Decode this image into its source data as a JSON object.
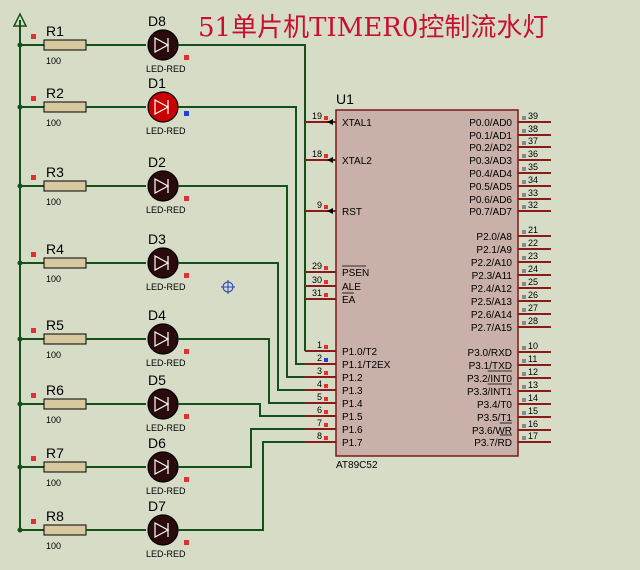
{
  "title": "51单片机TIMER0控制流水灯",
  "chip": {
    "ref": "U1",
    "part": "AT89C52",
    "left_pins": [
      {
        "num": "19",
        "name": "XTAL1",
        "over": ""
      },
      {
        "num": "18",
        "name": "XTAL2",
        "over": ""
      },
      {
        "num": "9",
        "name": "RST",
        "over": ""
      },
      {
        "num": "29",
        "name": "PSEN",
        "over": "PSEN"
      },
      {
        "num": "30",
        "name": "ALE",
        "over": ""
      },
      {
        "num": "31",
        "name": "EA",
        "over": "EA"
      },
      {
        "num": "1",
        "name": "P1.0/T2",
        "over": ""
      },
      {
        "num": "2",
        "name": "P1.1/T2EX",
        "over": ""
      },
      {
        "num": "3",
        "name": "P1.2",
        "over": ""
      },
      {
        "num": "4",
        "name": "P1.3",
        "over": ""
      },
      {
        "num": "5",
        "name": "P1.4",
        "over": ""
      },
      {
        "num": "6",
        "name": "P1.5",
        "over": ""
      },
      {
        "num": "7",
        "name": "P1.6",
        "over": ""
      },
      {
        "num": "8",
        "name": "P1.7",
        "over": ""
      }
    ],
    "right_pins": [
      {
        "num": "39",
        "name": "P0.0/AD0"
      },
      {
        "num": "38",
        "name": "P0.1/AD1"
      },
      {
        "num": "37",
        "name": "P0.2/AD2"
      },
      {
        "num": "36",
        "name": "P0.3/AD3"
      },
      {
        "num": "35",
        "name": "P0.4/AD4"
      },
      {
        "num": "34",
        "name": "P0.5/AD5"
      },
      {
        "num": "33",
        "name": "P0.6/AD6"
      },
      {
        "num": "32",
        "name": "P0.7/AD7"
      },
      {
        "num": "21",
        "name": "P2.0/A8"
      },
      {
        "num": "22",
        "name": "P2.1/A9"
      },
      {
        "num": "23",
        "name": "P2.2/A10"
      },
      {
        "num": "24",
        "name": "P2.3/A11"
      },
      {
        "num": "25",
        "name": "P2.4/A12"
      },
      {
        "num": "26",
        "name": "P2.5/A13"
      },
      {
        "num": "27",
        "name": "P2.6/A14"
      },
      {
        "num": "28",
        "name": "P2.7/A15"
      },
      {
        "num": "10",
        "name": "P3.0/RXD"
      },
      {
        "num": "11",
        "name": "P3.1/TXD"
      },
      {
        "num": "12",
        "name": "P3.2/INT0"
      },
      {
        "num": "13",
        "name": "P3.3/INT1"
      },
      {
        "num": "14",
        "name": "P3.4/T0"
      },
      {
        "num": "15",
        "name": "P3.5/T1"
      },
      {
        "num": "16",
        "name": "P3.6/WR"
      },
      {
        "num": "17",
        "name": "P3.7/RD"
      }
    ]
  },
  "rows": [
    {
      "r": "R1",
      "rv": "100",
      "d": "D8",
      "dv": "LED-RED",
      "lit": false
    },
    {
      "r": "R2",
      "rv": "100",
      "d": "D1",
      "dv": "LED-RED",
      "lit": true
    },
    {
      "r": "R3",
      "rv": "100",
      "d": "D2",
      "dv": "LED-RED",
      "lit": false
    },
    {
      "r": "R4",
      "rv": "100",
      "d": "D3",
      "dv": "LED-RED",
      "lit": false
    },
    {
      "r": "R5",
      "rv": "100",
      "d": "D4",
      "dv": "LED-RED",
      "lit": false
    },
    {
      "r": "R6",
      "rv": "100",
      "d": "D5",
      "dv": "LED-RED",
      "lit": false
    },
    {
      "r": "R7",
      "rv": "100",
      "d": "D6",
      "dv": "LED-RED",
      "lit": false
    },
    {
      "r": "R8",
      "rv": "100",
      "d": "D7",
      "dv": "LED-RED",
      "lit": false
    }
  ],
  "colors": {
    "wire": "#14501a",
    "pin": "#8b1a1a",
    "chip_fill": "#c9b0a8",
    "chip_border": "#7a1a1a",
    "resistor_fill": "#d8c8a0",
    "led_off": "#2a0a0a",
    "led_on": "#c80000",
    "title": "#c8102e"
  }
}
